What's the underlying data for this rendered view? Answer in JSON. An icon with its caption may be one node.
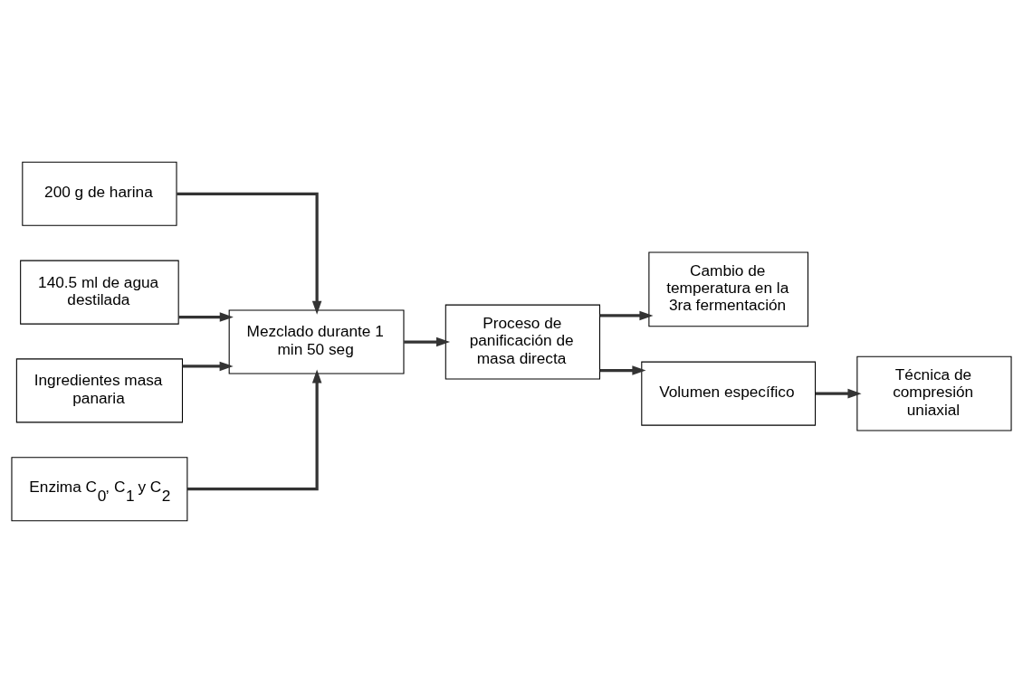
{
  "diagram": {
    "nodes": [
      {
        "text": [
          "200 g de harina"
        ]
      },
      {
        "text": [
          "140.5 ml de agua destilada"
        ]
      },
      {
        "text": [
          "Ingredientes masa panaria"
        ]
      },
      {
        "text": [
          "Enzima C$_{0}$, C$_{1}$ y C$_{2}$"
        ]
      },
      {
        "text": [
          "Mezclado durante 1 min 50 seg"
        ]
      },
      {
        "text": [
          "Proceso de panificación de masa directa"
        ]
      },
      {
        "text": [
          "Cambio de temperatura en la 3ra fermentación"
        ]
      },
      {
        "text": [
          "Volumen específico"
        ]
      },
      {
        "text": [
          "Técnica de compresión uniaxial"
        ]
      }
    ],
    "edges": [
      {
        "from": 0,
        "to": 4,
        "arrow": "to"
      },
      {
        "from": 1,
        "to": 4,
        "arrow": "to"
      },
      {
        "from": 2,
        "to": 4,
        "arrow": "to"
      },
      {
        "from": 3,
        "to": 4,
        "arrow": "to"
      },
      {
        "from": 4,
        "to": 5,
        "arrow": "to"
      },
      {
        "from": 5,
        "to": 6,
        "arrow": "to"
      },
      {
        "from": 5,
        "to": 7,
        "arrow": "to"
      },
      {
        "from": 7,
        "to": 8,
        "arrow": "to"
      }
    ]
  }
}
